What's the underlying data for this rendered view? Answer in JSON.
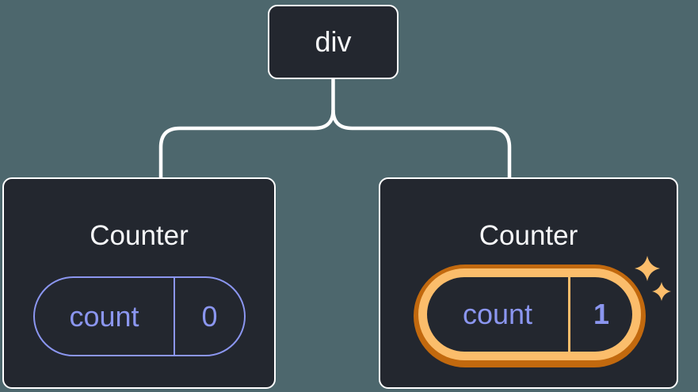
{
  "canvas": {
    "background": "#4D676D"
  },
  "colors": {
    "background": "#4D676D",
    "node_fill": "#23272F",
    "node_border": "#FFFFFF",
    "title_text": "#F6F7F9",
    "state": "#8B96F0",
    "highlight_light": "#FBBD6B",
    "highlight_dark": "#C2690E",
    "connector": "#FFFFFF"
  },
  "icons": {
    "sparkles": "four-point-stars"
  },
  "tree": {
    "root": {
      "label": "div"
    },
    "children": [
      {
        "label": "Counter",
        "highlighted": false,
        "state": {
          "name": "count",
          "value": "0"
        }
      },
      {
        "label": "Counter",
        "highlighted": true,
        "state": {
          "name": "count",
          "value": "1"
        }
      }
    ]
  }
}
